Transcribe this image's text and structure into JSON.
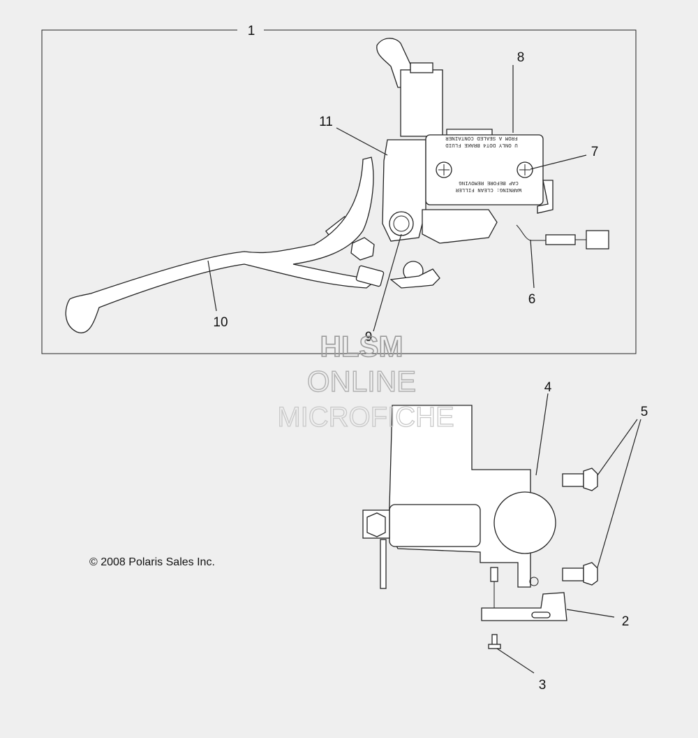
{
  "callouts": {
    "c1": "1",
    "c2": "2",
    "c3": "3",
    "c4": "4",
    "c5": "5",
    "c6": "6",
    "c7": "7",
    "c8": "8",
    "c9": "9",
    "c10": "10",
    "c11": "11"
  },
  "reservoir_label": {
    "line1": "U  ONLY DOT4 BRAKE FLUID",
    "line2": "FROM A SEALED CONTAINER",
    "line3": "WARNING: CLEAN FILLER",
    "line4": "CAP BEFORE REMOVING"
  },
  "watermark": {
    "line1": "HLSM",
    "line2": "ONLINE",
    "line3": "MICROFICHE"
  },
  "copyright": "© 2008 Polaris Sales Inc.",
  "colors": {
    "background": "#efefef",
    "line": "#222222",
    "watermark": "#9a9a9a"
  }
}
